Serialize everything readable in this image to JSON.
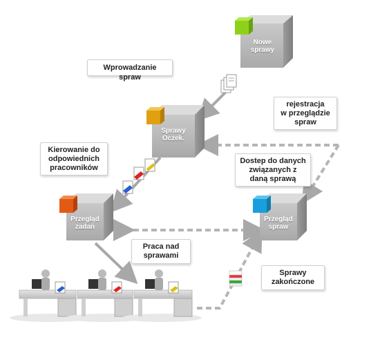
{
  "cubes": {
    "nowe": {
      "label_line1": "Nowe",
      "label_line2": "sprawy",
      "accent": "#8fd11a"
    },
    "oczek": {
      "label_line1": "Sprawy",
      "label_line2": "Oczek.",
      "accent": "#e0a010"
    },
    "zadan": {
      "label_line1": "Przegląd",
      "label_line2": "zadań",
      "accent": "#e35a14"
    },
    "sprawy": {
      "label_line1": "Przegląd",
      "label_line2": "spraw",
      "accent": "#1a9fdc"
    }
  },
  "callouts": {
    "wprowadzanie": "Wprowadzanie spraw",
    "rejestracja": [
      "rejestracja",
      "w przeglądzie",
      "spraw"
    ],
    "kierowanie": [
      "Kierowanie do",
      "odpowiednich",
      "pracowników"
    ],
    "dostep": [
      "Dostep do danych",
      "związanych z",
      "daną sprawą"
    ],
    "praca": [
      "Praca nad",
      "sprawami"
    ],
    "zakonczone": [
      "Sprawy",
      "zakończone"
    ]
  },
  "colors": {
    "cube_face": "#bdbdbd",
    "cube_top": "#d6d6d6",
    "cube_side": "#9a9a9a",
    "arrow": "#a8a8a8"
  }
}
